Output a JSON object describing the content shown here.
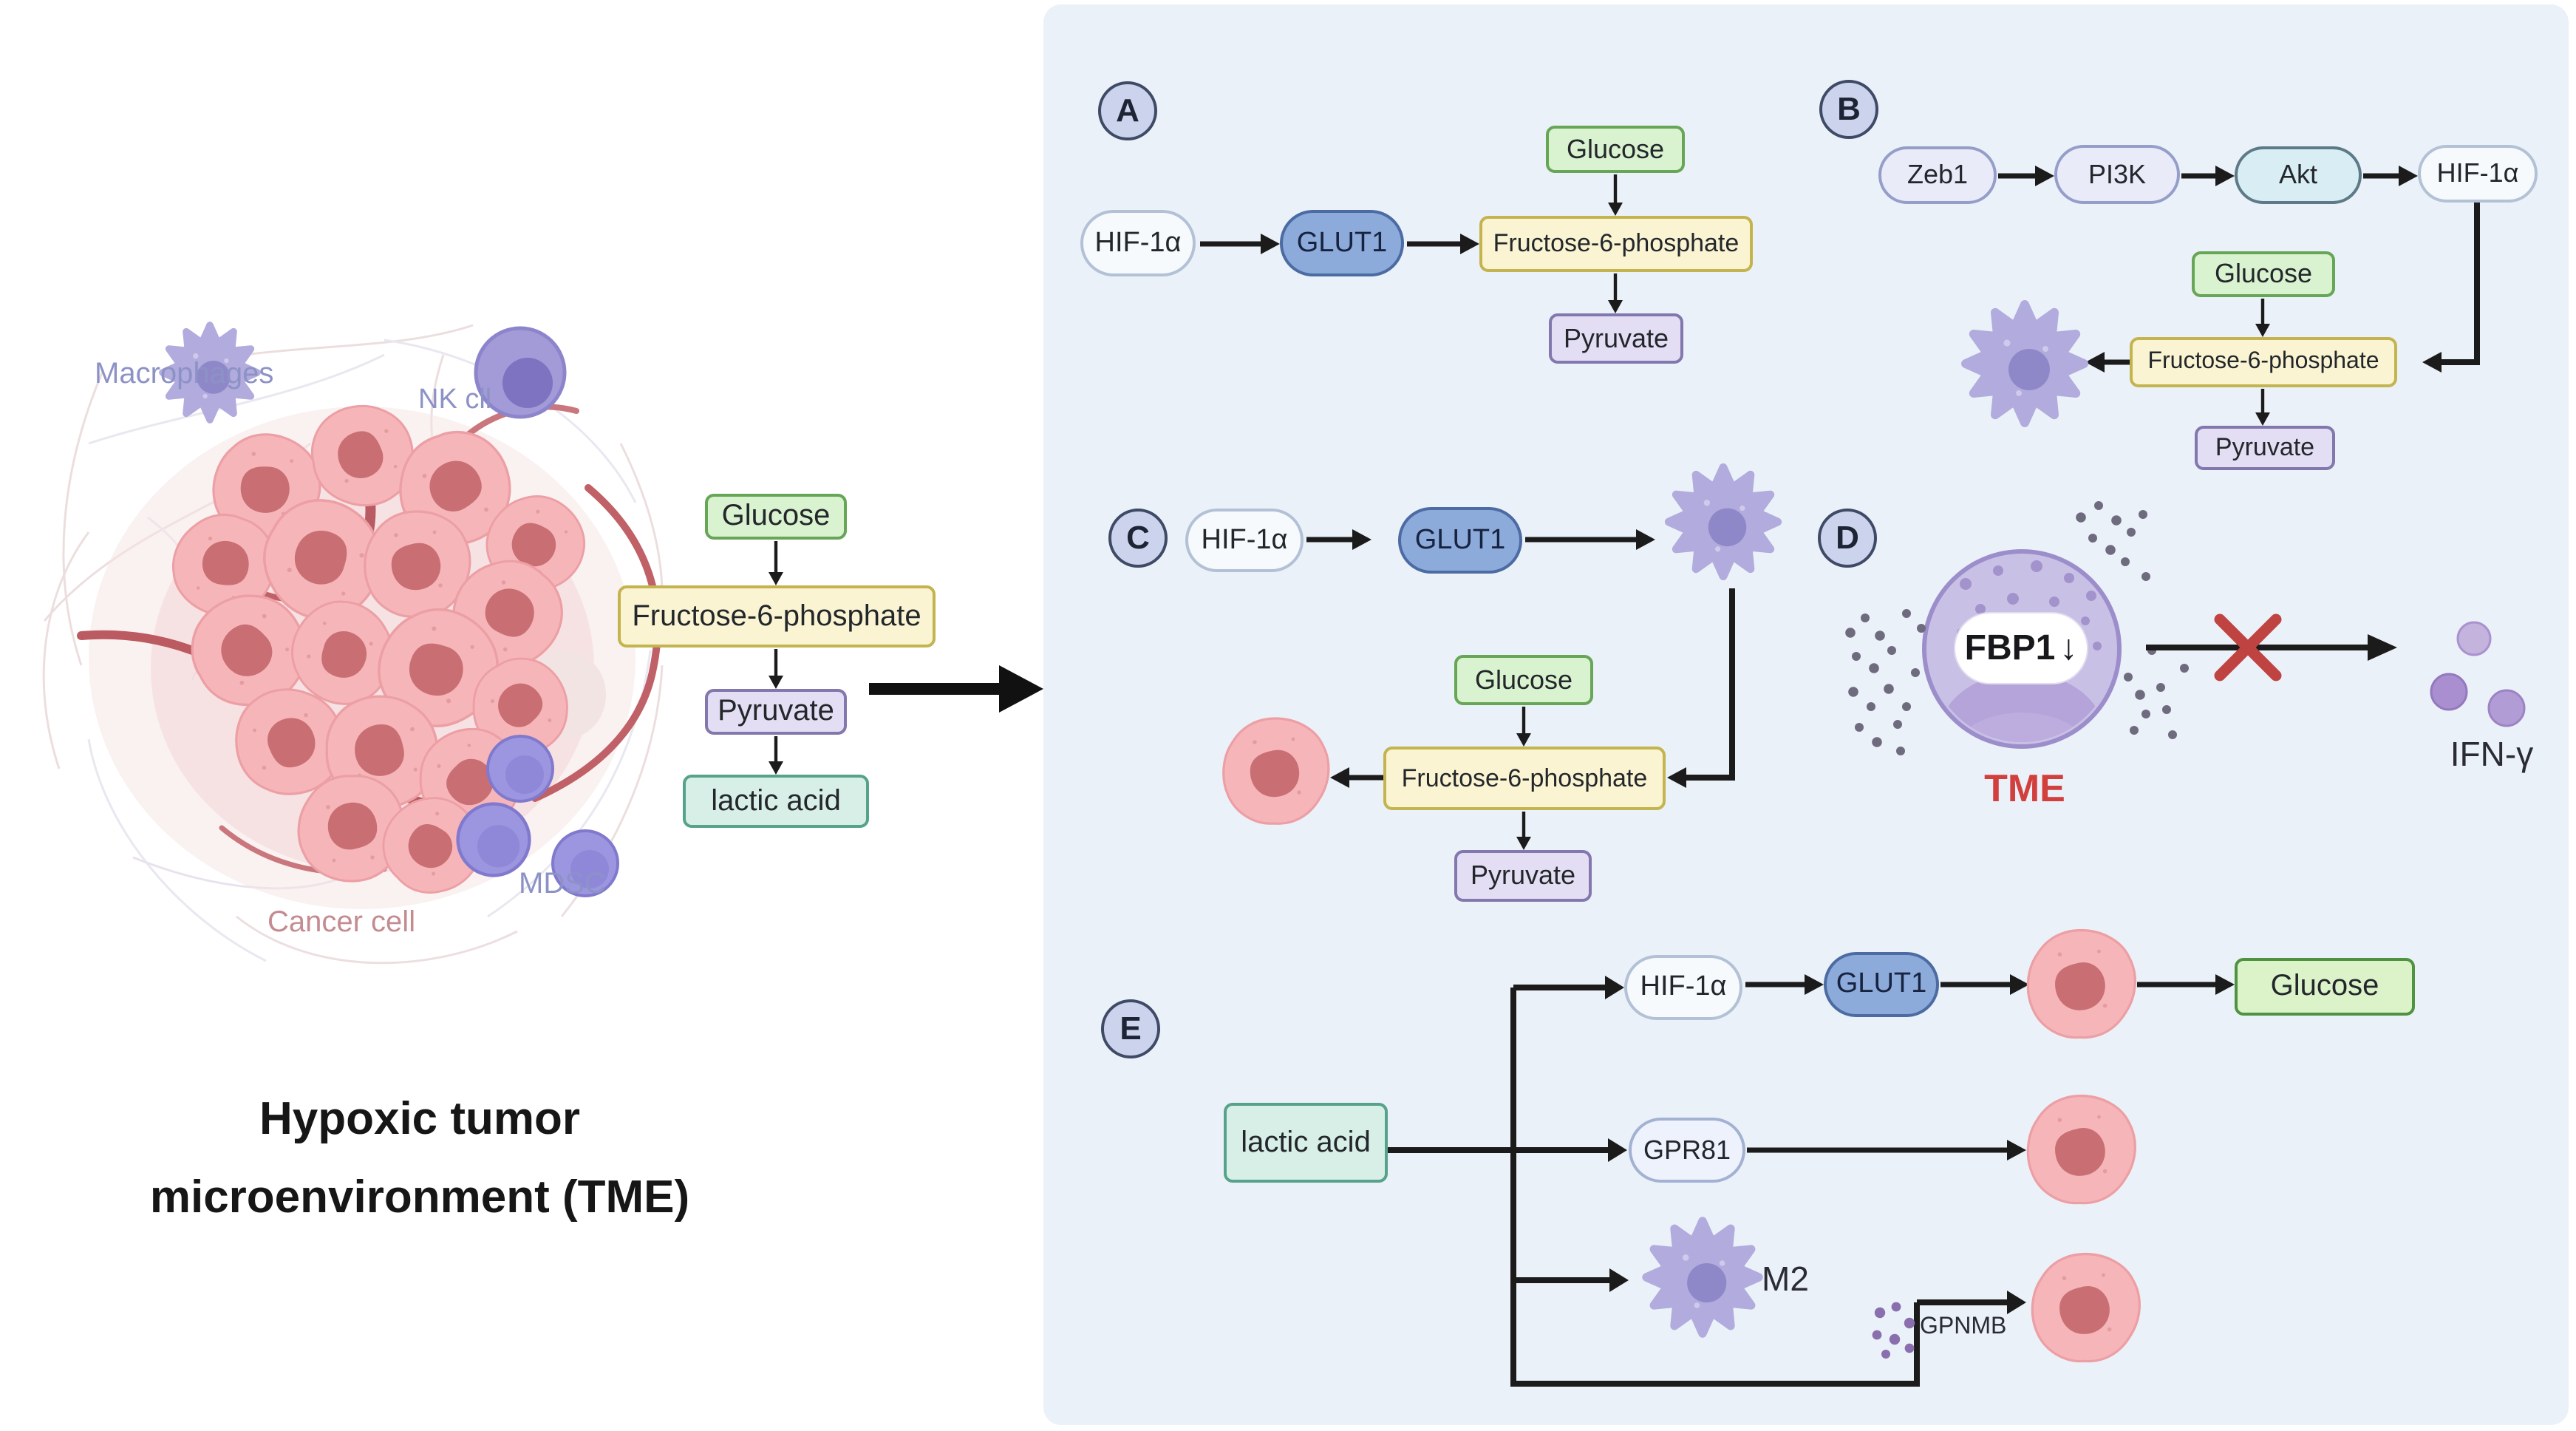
{
  "left": {
    "cell_labels": {
      "macrophages": "Macrophages",
      "nk": "NK cll",
      "mdsc": "MDSC",
      "cancer": "Cancer cell"
    },
    "title": {
      "line1": "Hypoxic tumor",
      "line2": "microenvironment (TME)"
    },
    "pathway": {
      "glucose": "Glucose",
      "f6p": "Fructose-6-phosphate",
      "pyruvate": "Pyruvate",
      "lactic_acid": "lactic acid"
    }
  },
  "panel_a": {
    "badge": "A",
    "hif1a": "HIF-1α",
    "glut1": "GLUT1",
    "glucose": "Glucose",
    "f6p": "Fructose-6-phosphate",
    "pyruvate": "Pyruvate"
  },
  "panel_b": {
    "badge": "B",
    "zeb1": "Zeb1",
    "pi3k": "PI3K",
    "akt": "Akt",
    "hif1a": "HIF-1α",
    "glucose": "Glucose",
    "f6p": "Fructose-6-phosphate",
    "pyruvate": "Pyruvate"
  },
  "panel_c": {
    "badge": "C",
    "hif1a": "HIF-1α",
    "glut1": "GLUT1",
    "glucose": "Glucose",
    "f6p": "Fructose-6-phosphate",
    "pyruvate": "Pyruvate"
  },
  "panel_d": {
    "badge": "D",
    "fbp1": "FBP1",
    "fbp1_arrow": "↓",
    "tme": "TME",
    "ifn_gamma": "IFN-γ"
  },
  "panel_e": {
    "badge": "E",
    "lactic_acid": "lactic acid",
    "hif1a": "HIF-1α",
    "glut1": "GLUT1",
    "glucose": "Glucose",
    "gpr81": "GPR81",
    "m2": "M2",
    "gpnmb": "GPNMB"
  },
  "colors": {
    "panel_bg": "#ebf1f8",
    "badge_fill": "#ccd3ec",
    "badge_border": "#3e4a66",
    "glucose_fill": "#d9f2cf",
    "glucose_border": "#67a557",
    "f6p_fill": "#faf4d2",
    "f6p_border": "#c3b44f",
    "pyruvate_fill": "#e3def4",
    "pyruvate_border": "#8278ae",
    "lactic_fill": "#d8efe7",
    "lactic_border": "#57a28a",
    "glut1_fill": "#8cabdb",
    "glut1_border": "#4c6ba3",
    "arrow_black": "#1b1b1b",
    "tme_red": "#d2403e",
    "x_red": "#bf4341",
    "purple_cell": "#b2abdd",
    "pink_cell": "#f6b6b9"
  }
}
